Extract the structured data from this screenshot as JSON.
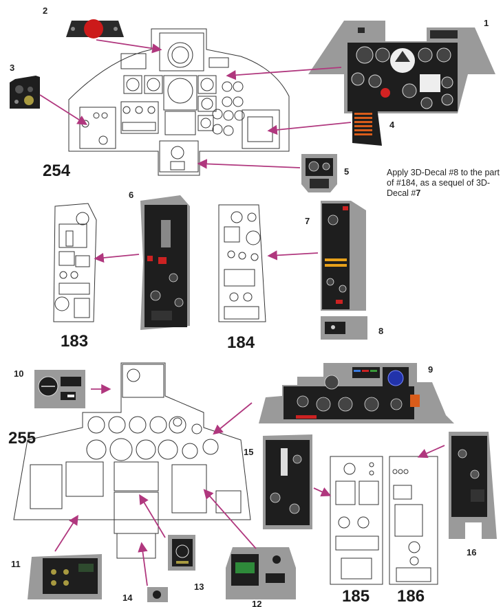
{
  "part_numbers": {
    "p254": "254",
    "p183": "183",
    "p184": "184",
    "p255": "255",
    "p185": "185",
    "p186": "186"
  },
  "decal_numbers": {
    "d1": "1",
    "d2": "2",
    "d3": "3",
    "d4": "4",
    "d5": "5",
    "d6": "6",
    "d7": "7",
    "d8": "8",
    "d9": "9",
    "d10": "10",
    "d11": "11",
    "d12": "12",
    "d13": "13",
    "d14": "14",
    "d15": "15",
    "d16": "16"
  },
  "instruction": {
    "prefix": "Apply 3D-Decal #8 to the part of #184, as a sequel of 3D-Decal #",
    "emphasis": "7"
  },
  "colors": {
    "arrow": "#b0377e",
    "decal_gray": "#9a9a9a",
    "decal_dark": "#1e1e1e",
    "outline": "#333333"
  }
}
